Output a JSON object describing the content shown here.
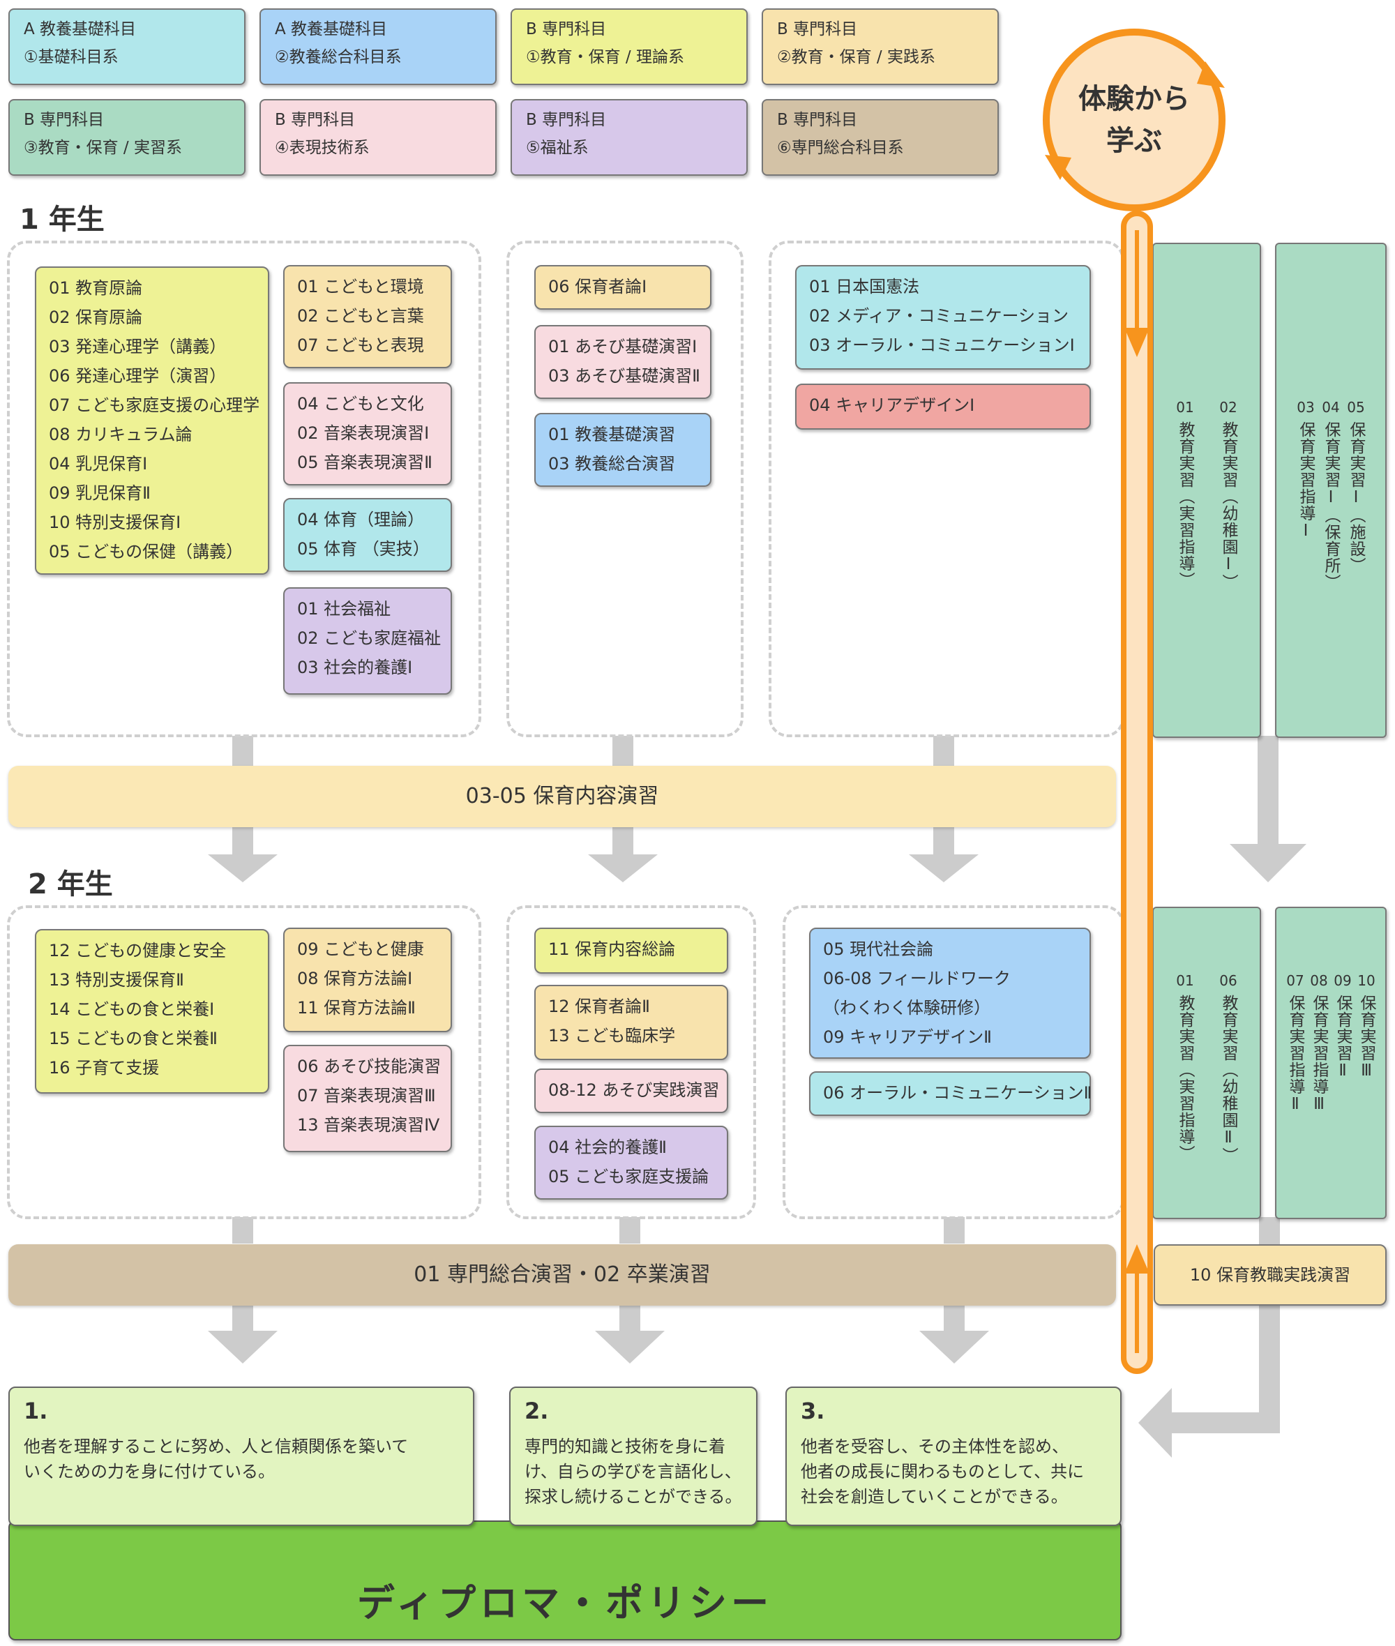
{
  "legend": [
    {
      "line1": "A 教養基礎科目",
      "line2": "①基礎科目系"
    },
    {
      "line1": "A 教養基礎科目",
      "line2": "②教養総合科目系"
    },
    {
      "line1": "B 専門科目",
      "line2": "①教育・保育 / 理論系"
    },
    {
      "line1": "B 専門科目",
      "line2": "②教育・保育 / 実践系"
    },
    {
      "line1": "B 専門科目",
      "line2": "③教育・保育 / 実習系"
    },
    {
      "line1": "B 専門科目",
      "line2": "④表現技術系"
    },
    {
      "line1": "B 専門科目",
      "line2": "⑤福祉系"
    },
    {
      "line1": "B 専門科目",
      "line2": "⑥専門総合科目系"
    }
  ],
  "experience": {
    "line1": "体験から",
    "line2": "学ぶ"
  },
  "year1": {
    "title": "1 年生",
    "left_yellow": [
      "01 教育原論",
      "02 保育原論",
      "03 発達心理学（講義）",
      "06 発達心理学（演習）",
      "07 こども家庭支援の心理学",
      "08 カリキュラム論",
      "04 乳児保育Ⅰ",
      "09 乳児保育Ⅱ",
      "10 特別支援保育Ⅰ",
      "05 こどもの保健（講義）"
    ],
    "orange1": [
      "01 こどもと環境",
      "02 こどもと言葉",
      "07 こどもと表現"
    ],
    "pink1": [
      "04 こどもと文化",
      "02 音楽表現演習Ⅰ",
      "05 音楽表現演習Ⅱ"
    ],
    "cyan1": [
      "04 体育（理論）",
      "05 体育 （実技）"
    ],
    "purple1": [
      "01 社会福祉",
      "02 こども家庭福祉",
      "03 社会的養護Ⅰ"
    ],
    "mid_orange": [
      "06 保育者論Ⅰ"
    ],
    "mid_pink": [
      "01 あそび基礎演習Ⅰ",
      "03 あそび基礎演習Ⅱ"
    ],
    "mid_blue": [
      "01 教養基礎演習",
      "03 教養総合演習"
    ],
    "right_cyan": [
      "01 日本国憲法",
      "02 メディア・コミュニケーション",
      "03 オーラル・コミュニケーションⅠ"
    ],
    "right_red": [
      "04 キャリアデザインⅠ"
    ],
    "practice_a": {
      "nums": [
        "01",
        "02"
      ],
      "texts": [
        "教育実習（実習指導）",
        "教育実習（幼稚園Ⅰ）"
      ]
    },
    "practice_b": {
      "nums": [
        "03",
        "04",
        "05"
      ],
      "texts": [
        "保育実習指導Ⅰ",
        "保育実習Ⅰ（保育所）",
        "保育実習Ⅰ（施設）"
      ]
    }
  },
  "band1": "03-05 保育内容演習",
  "year2": {
    "title": "2 年生",
    "left_yellow": [
      "12 こどもの健康と安全",
      "13 特別支援保育Ⅱ",
      "14 こどもの食と栄養Ⅰ",
      "15 こどもの食と栄養Ⅱ",
      "16 子育て支援"
    ],
    "orange1": [
      "09 こどもと健康",
      "08 保育方法論Ⅰ",
      "11 保育方法論Ⅱ"
    ],
    "pink1": [
      "06 あそび技能演習",
      "07 音楽表現演習Ⅲ",
      "13 音楽表現演習Ⅳ"
    ],
    "mid_yellow": [
      "11 保育内容総論"
    ],
    "mid_orange": [
      "12 保育者論Ⅱ",
      "13 こども臨床学"
    ],
    "mid_pink": [
      "08-12 あそび実践演習"
    ],
    "mid_purple": [
      "04 社会的養護Ⅱ",
      "05 こども家庭支援論"
    ],
    "right_blue": [
      "05 現代社会論",
      "06-08 フィールドワーク",
      "（わくわく体験研修）",
      "09 キャリアデザインⅡ"
    ],
    "right_cyan": [
      "06 オーラル・コミュニケーションⅡ"
    ],
    "practice_a": {
      "nums": [
        "01",
        "06"
      ],
      "texts": [
        "教育実習（実習指導）",
        "教育実習（幼稚園Ⅱ）"
      ]
    },
    "practice_b": {
      "nums": [
        "07",
        "08",
        "09",
        "10"
      ],
      "texts": [
        "保育実習指導Ⅱ",
        "保育実習指導Ⅲ",
        "保育実習Ⅱ",
        "保育実習Ⅲ"
      ]
    },
    "seminar": "10 保育教職実践演習"
  },
  "band2": "01 専門総合演習・02 卒業演習",
  "diploma": {
    "title": "ディプロマ・ポリシー",
    "items": [
      {
        "num": "1.",
        "text": [
          "他者を理解することに努め、人と信頼関係を築いて",
          "いくための力を身に付けている。"
        ]
      },
      {
        "num": "2.",
        "text": [
          "専門的知識と技術を身に着",
          "け、自らの学びを言語化し、",
          "探求し続けることができる。"
        ]
      },
      {
        "num": "3.",
        "text": [
          "他者を受容し、その主体性を認め、",
          "他者の成長に関わるものとして、共に",
          "社会を創造していくことができる。"
        ]
      }
    ]
  }
}
